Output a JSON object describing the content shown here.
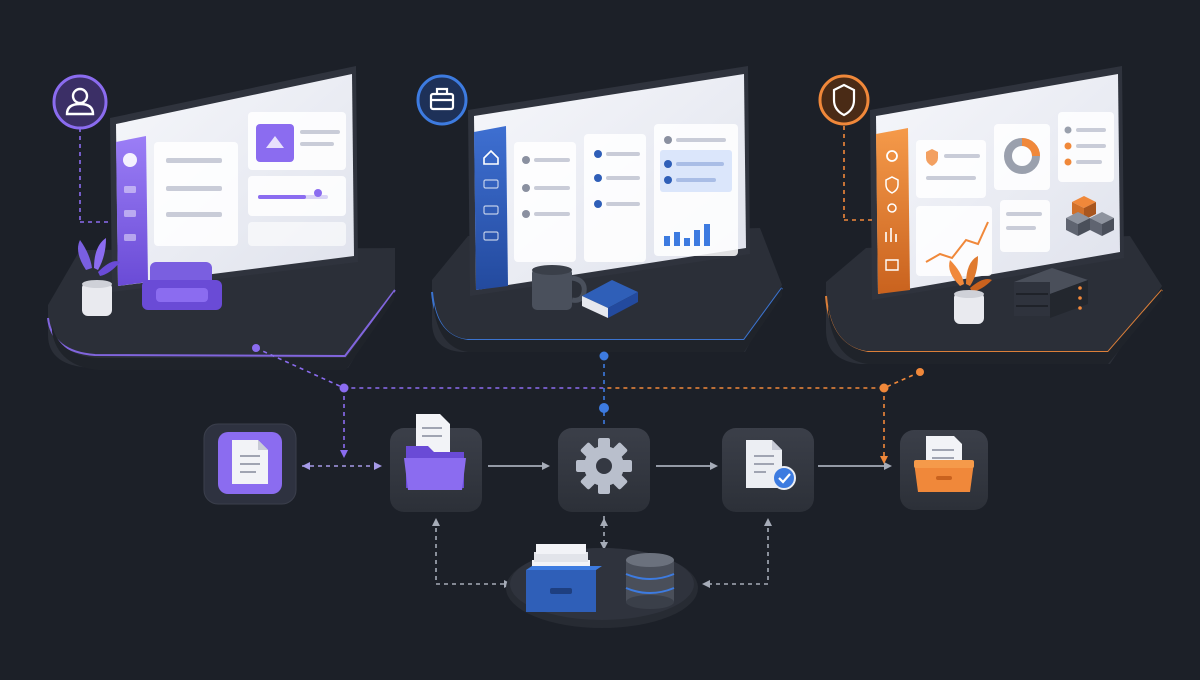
{
  "colors": {
    "background": "#1c2028",
    "platform": "#2b2f38",
    "node": "#343842",
    "purple": "#8b6cf0",
    "blue": "#3d7be0",
    "orange": "#f0883a",
    "connector": "#a6acb8",
    "screen": "#eef0f6"
  },
  "workspaces": [
    {
      "role": "user",
      "badge_icon": "user-icon",
      "accent": "#8b6cf0",
      "props": [
        "potted-plant",
        "armchair"
      ]
    },
    {
      "role": "business",
      "badge_icon": "briefcase-icon",
      "accent": "#3d7be0",
      "props": [
        "coffee-mug",
        "book-stack"
      ]
    },
    {
      "role": "security",
      "badge_icon": "shield-icon",
      "accent": "#f0883a",
      "props": [
        "potted-plant",
        "server-rack"
      ]
    }
  ],
  "pipeline": [
    {
      "step": "document",
      "icon": "document-icon"
    },
    {
      "step": "folder",
      "icon": "folder-icon"
    },
    {
      "step": "processing",
      "icon": "gear-icon"
    },
    {
      "step": "verified-document",
      "icon": "document-check-icon"
    },
    {
      "step": "archive",
      "icon": "archive-box-icon"
    }
  ],
  "storage": {
    "icons": [
      "file-drawer-icon",
      "database-icon"
    ]
  }
}
